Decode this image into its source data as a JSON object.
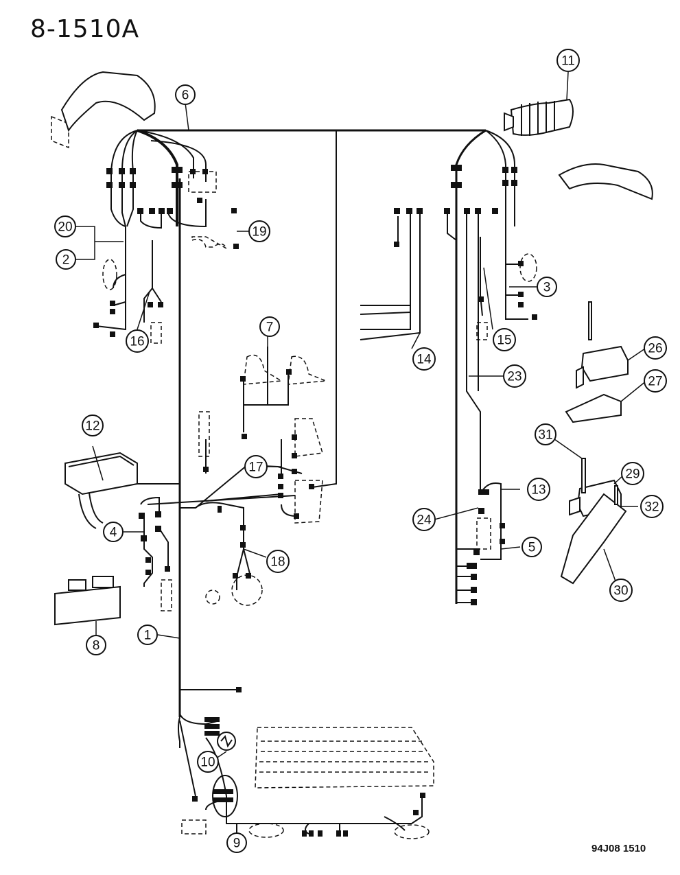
{
  "title": "8-1510A",
  "drawing_code": "94J08 1510",
  "callouts": [
    "1",
    "2",
    "3",
    "4",
    "5",
    "6",
    "7",
    "8",
    "9",
    "10",
    "11",
    "12",
    "13",
    "14",
    "15",
    "16",
    "17",
    "18",
    "19",
    "20",
    "23",
    "24",
    "26",
    "27",
    "29",
    "30",
    "31",
    "32"
  ]
}
